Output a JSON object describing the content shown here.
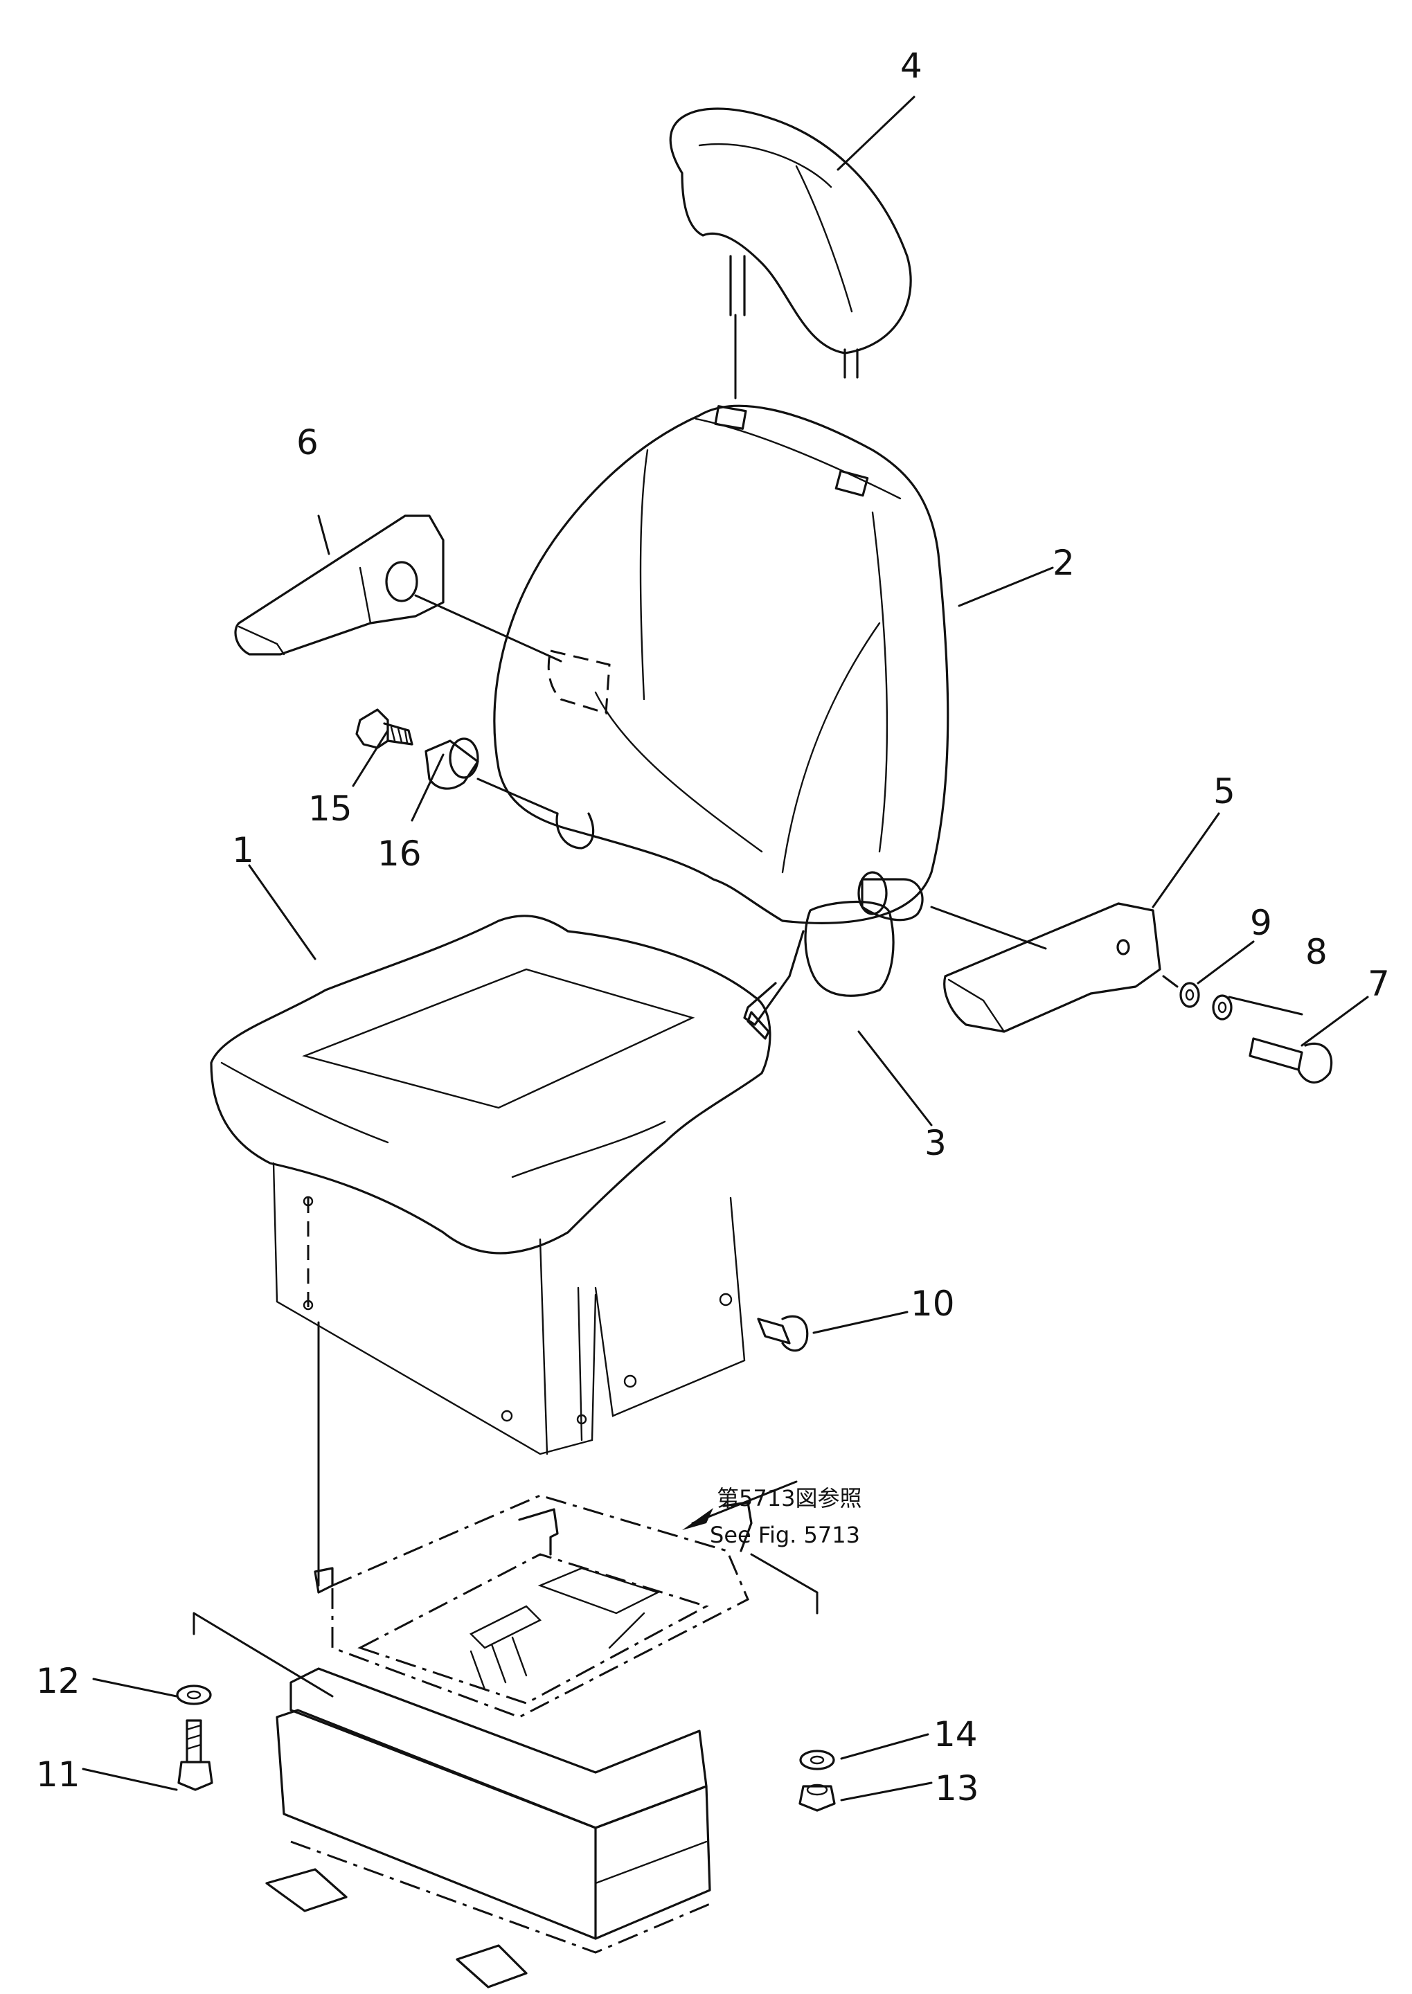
{
  "callouts": [
    "1",
    "2",
    "3",
    "4",
    "5",
    "6",
    "7",
    "8",
    "9",
    "10",
    "11",
    "12",
    "13",
    "14",
    "15",
    "16"
  ],
  "reference_note": {
    "japanese": "第5713図参照",
    "english": "See Fig. 5713"
  }
}
